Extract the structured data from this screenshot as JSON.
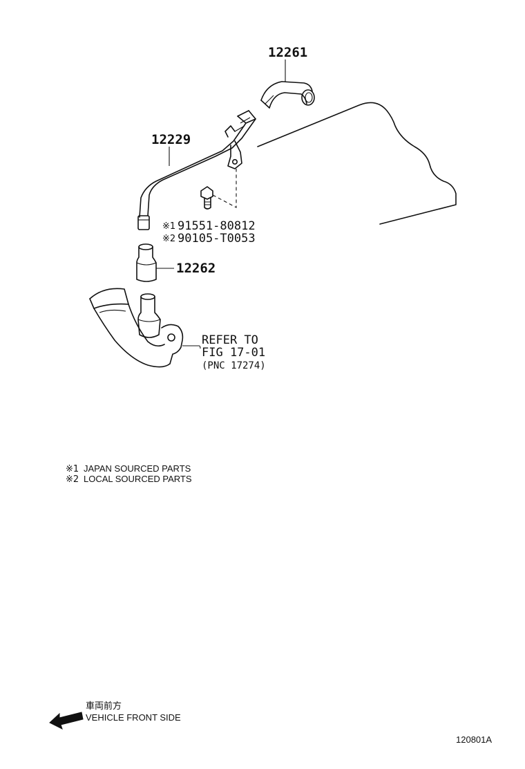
{
  "parts": {
    "p12261": "12261",
    "p12229": "12229",
    "p12262": "12262"
  },
  "bolts": [
    {
      "mark": "※1",
      "number": "91551-80812"
    },
    {
      "mark": "※2",
      "number": "90105-T0053"
    }
  ],
  "reference": {
    "line1": "REFER TO",
    "line2": "FIG 17-01",
    "line3": "(PNC 17274)"
  },
  "notes": [
    {
      "mark": "※1",
      "text": "JAPAN SOURCED PARTS"
    },
    {
      "mark": "※2",
      "text": "LOCAL SOURCED PARTS"
    }
  ],
  "direction": {
    "jp": "車両前方",
    "en": "VEHICLE FRONT SIDE"
  },
  "figure_id": "120801A"
}
